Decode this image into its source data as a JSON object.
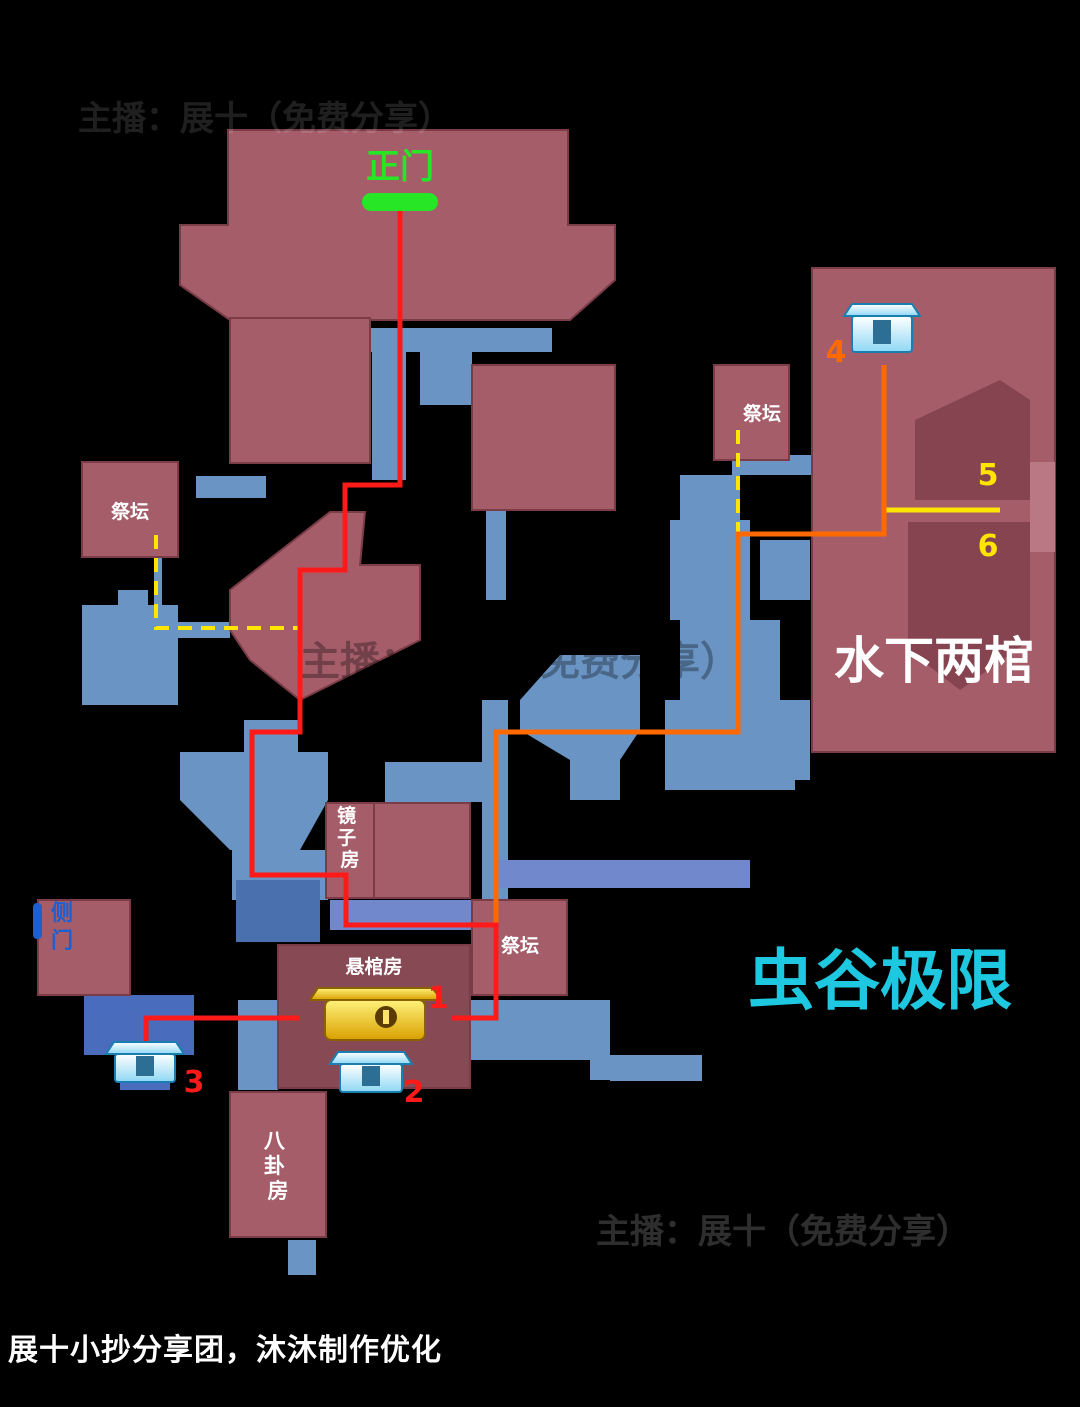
{
  "map": {
    "watermark": "主播：展十（免费分享）",
    "dungeon_title": "虫谷极限",
    "region_label": "水下两棺",
    "entrances": {
      "main": "正门",
      "side": "侧门"
    },
    "rooms": {
      "altar": "祭坛",
      "mirror_room": [
        "镜",
        "子",
        "房"
      ],
      "hanging_coffin_room": "悬棺房",
      "bagua_room": [
        "八",
        "卦",
        "房"
      ]
    },
    "markers": [
      "1",
      "2",
      "3",
      "4",
      "5",
      "6"
    ],
    "icons": [
      "golden-chest-icon",
      "ice-chest-icon"
    ],
    "colors": {
      "background": "#000000",
      "room": "#a55d6a",
      "corridor": "#6f9cce",
      "main_route": "#ff1a1a",
      "branch_route": "#ff6a00",
      "optional_route": "#ffe600",
      "entrance": "#26e626",
      "title": "#1ec8e0"
    }
  },
  "footer": {
    "credit": "展十小抄分享团，沐沐制作优化"
  }
}
